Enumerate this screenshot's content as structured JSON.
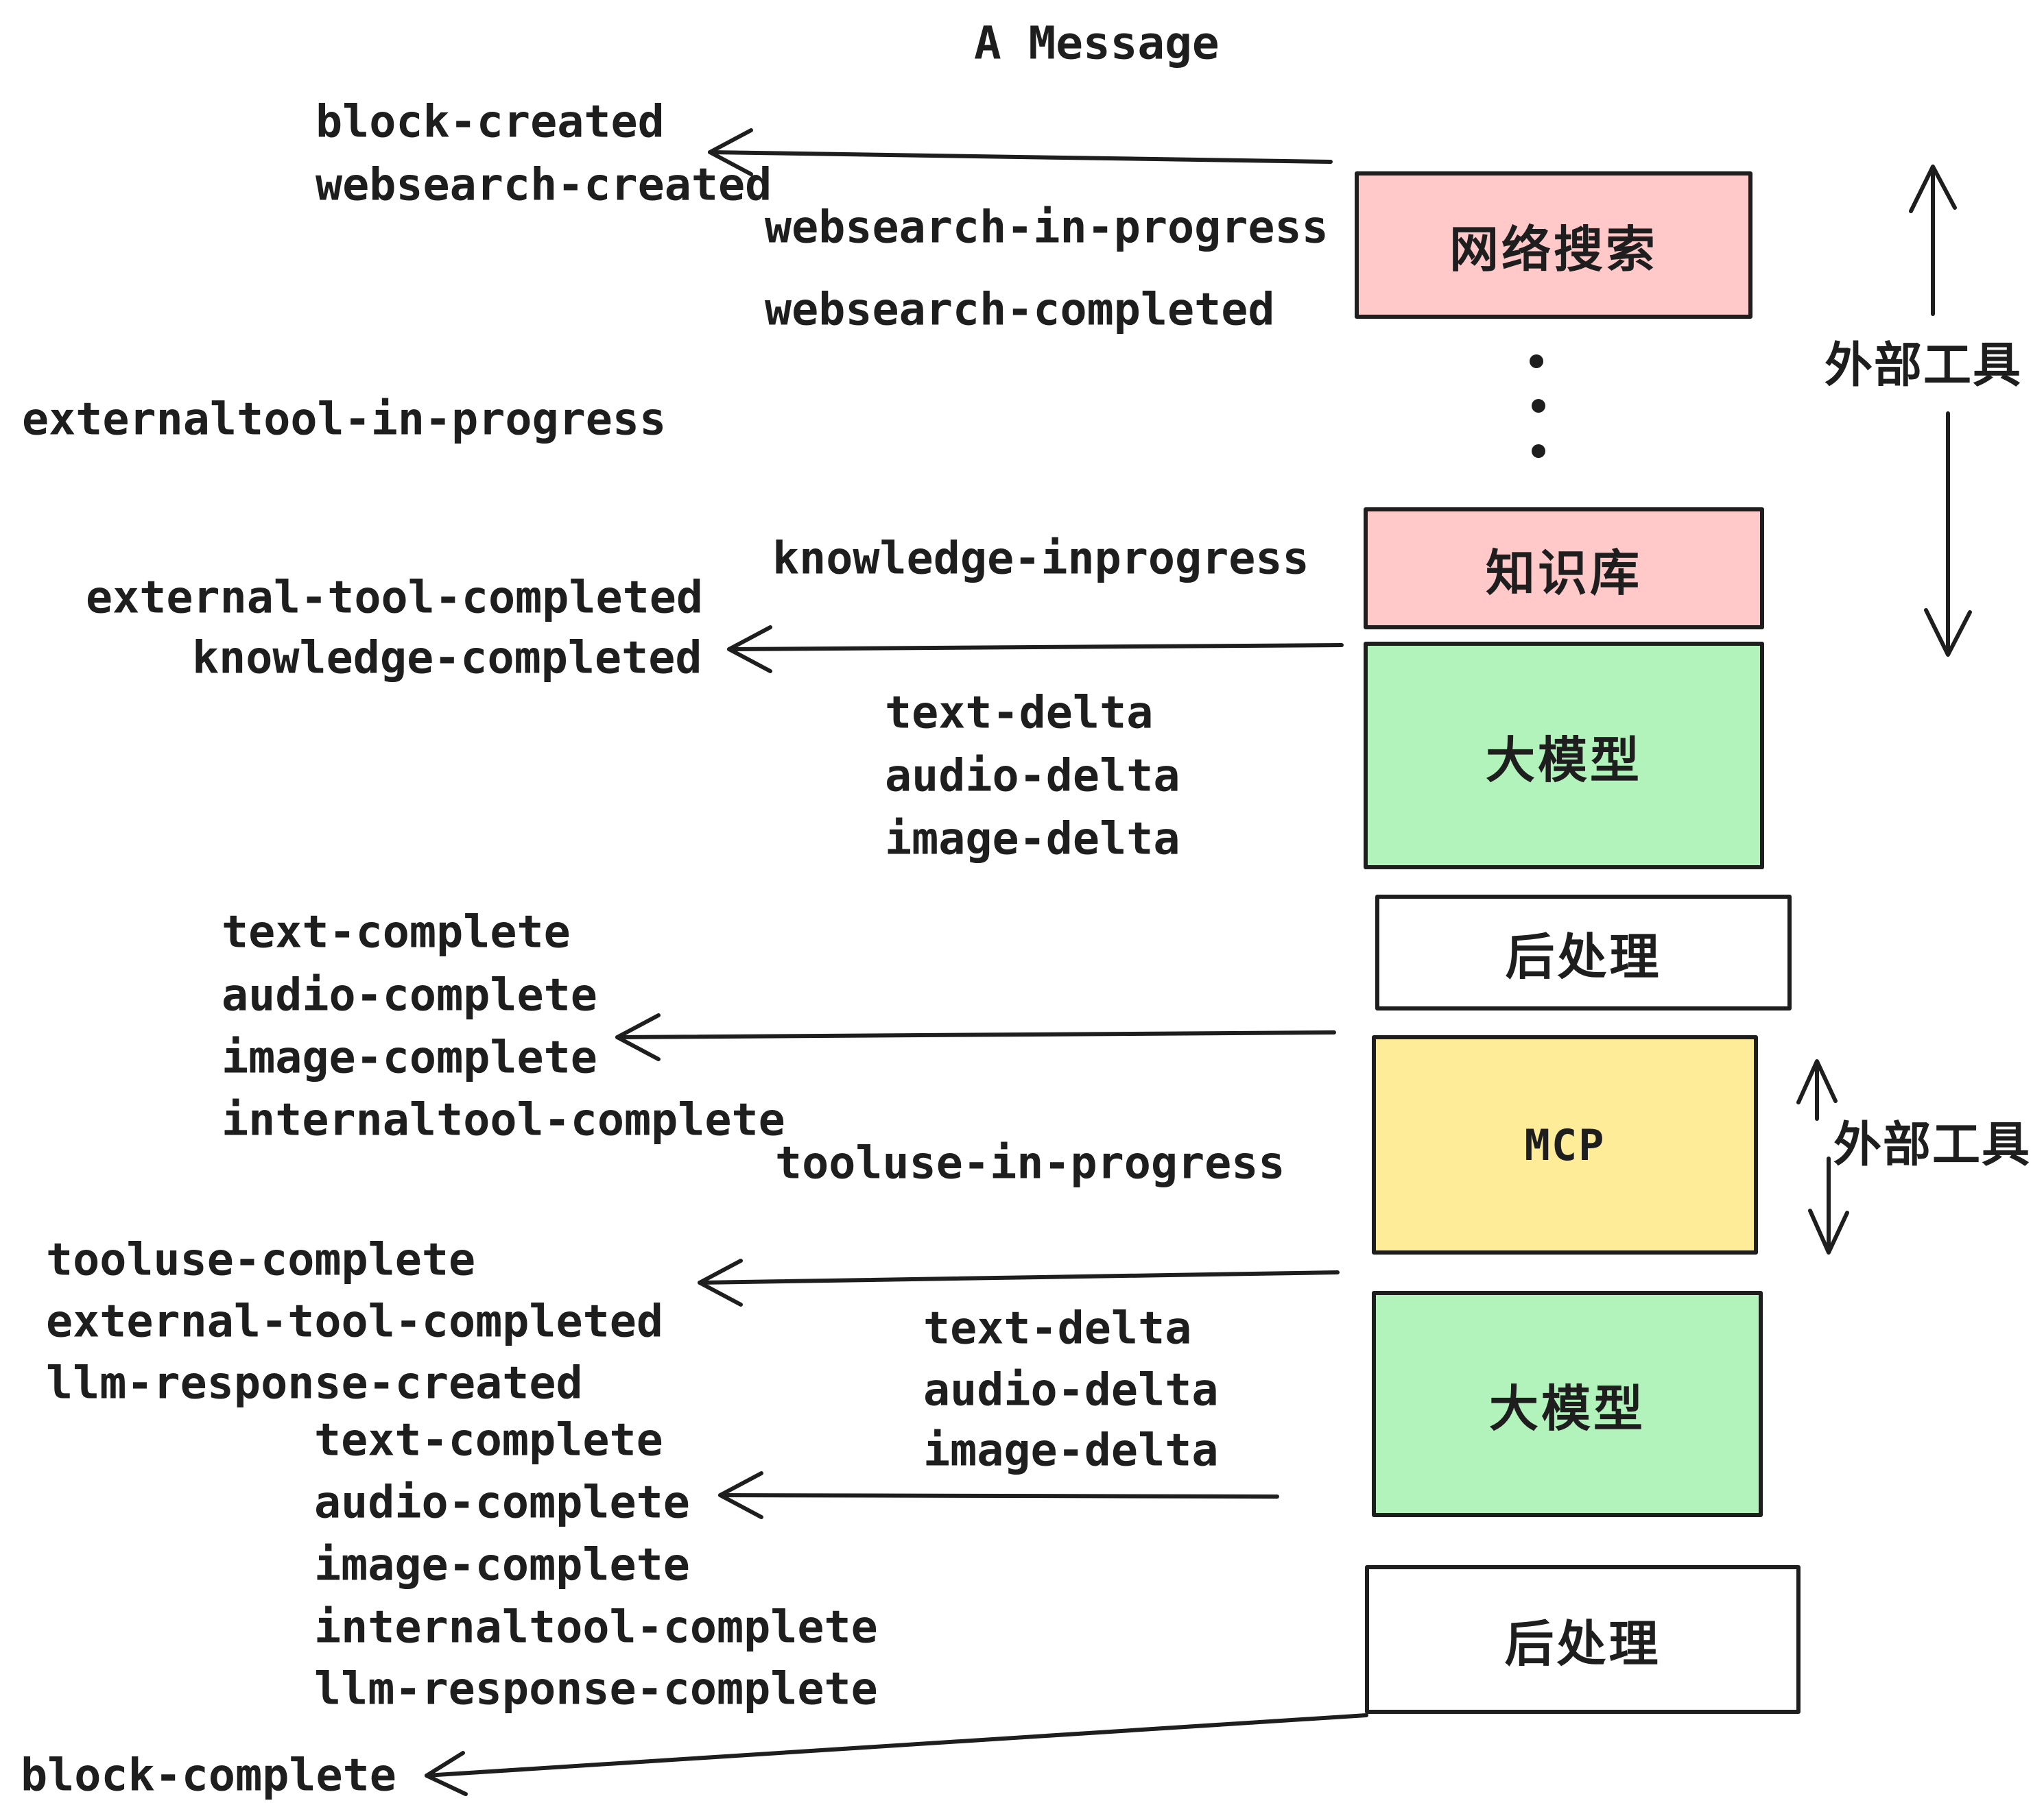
{
  "title": "A Message",
  "palette": {
    "background": "#ffffff",
    "stroke": "#1e1e1e",
    "box_pink": "#ffc9c9",
    "box_green": "#b2f2bb",
    "box_yellow": "#ffec99",
    "box_white": "#ffffff"
  },
  "boxes": [
    {
      "label": "网络搜索",
      "fill": "#ffc9c9"
    },
    {
      "label": "知识库",
      "fill": "#ffc9c9"
    },
    {
      "label": "大模型",
      "fill": "#b2f2bb"
    },
    {
      "label": "后处理",
      "fill": "#ffffff"
    },
    {
      "label": "MCP",
      "fill": "#ffec99"
    },
    {
      "label": "大模型",
      "fill": "#b2f2bb"
    },
    {
      "label": "后处理",
      "fill": "#ffffff"
    }
  ],
  "side_labels": [
    {
      "text": "外部工具"
    },
    {
      "text": "外部工具"
    }
  ],
  "events": [
    {
      "text": "block-created"
    },
    {
      "text": "websearch-created"
    },
    {
      "text": "websearch-in-progress"
    },
    {
      "text": "websearch-completed"
    },
    {
      "text": "externaltool-in-progress"
    },
    {
      "text": "knowledge-inprogress"
    },
    {
      "text": "external-tool-completed"
    },
    {
      "text": "knowledge-completed"
    },
    {
      "text": "text-delta"
    },
    {
      "text": "audio-delta"
    },
    {
      "text": "image-delta"
    },
    {
      "text": "text-complete"
    },
    {
      "text": "audio-complete"
    },
    {
      "text": "image-complete"
    },
    {
      "text": "internaltool-complete"
    },
    {
      "text": "tooluse-in-progress"
    },
    {
      "text": "tooluse-complete"
    },
    {
      "text": "external-tool-completed"
    },
    {
      "text": "llm-response-created"
    },
    {
      "text": "text-delta"
    },
    {
      "text": "audio-delta"
    },
    {
      "text": "image-delta"
    },
    {
      "text": "text-complete"
    },
    {
      "text": "audio-complete"
    },
    {
      "text": "image-complete"
    },
    {
      "text": "internaltool-complete"
    },
    {
      "text": "llm-response-complete"
    },
    {
      "text": "block-complete"
    }
  ]
}
